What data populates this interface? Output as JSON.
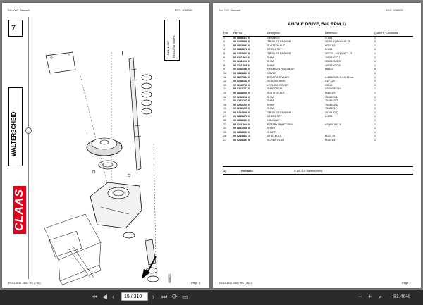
{
  "left_page": {
    "header_no": "No. 007",
    "header_remark": "Remark:",
    "header_code": "BGZ: 0/36500",
    "side_number": "7",
    "side_title": "WALTERSCHEID",
    "code_box_line1": "RA1111097",
    "code_box_line2": "ROLLANT 350/RC",
    "logo": "CLAAS",
    "bottom_code": "488822",
    "footer_left": "ROLLANT 350 / RC (762)",
    "footer_right": "Page 1"
  },
  "right_page": {
    "header_no": "No. 007",
    "header_remark": "Remark:",
    "header_code": "BGZ: 0/36500",
    "title": "ANGLE DRIVE, 540 RPM  1)",
    "columns": {
      "pos": "Pos.",
      "part": "Part No.",
      "description": "Description",
      "dimension": "Dimension",
      "quantity": "Quanti ty",
      "conditions": "Conditions"
    },
    "rows": [
      {
        "pos": "1",
        "part": "00 0858 471 0",
        "desc": "GEARBOX",
        "dim": "I=1,93",
        "qty": "1"
      },
      {
        "pos": "2",
        "part": "00 0235 908 0",
        "desc": "T.ROLLER BEARING",
        "dim": "30208-A(30x80x19,75",
        "qty": "2"
      },
      {
        "pos": "3",
        "part": "00 0823 993 0",
        "desc": "SLOTTED NUT",
        "dim": "M30X1,5",
        "qty": "1"
      },
      {
        "pos": "4",
        "part": "00 0845 272 0",
        "desc": "WHEEL SET",
        "dim": "I=1,93",
        "qty": "1"
      },
      {
        "pos": "5",
        "part": "00 0243 691 0",
        "desc": "T.ROLLER BEARING",
        "dim": "30212A -40X110X13, 75",
        "qty": "1"
      },
      {
        "pos": "6",
        "part": "00 0211 963 0",
        "desc": "SHIM",
        "dim": "100X110X0,1",
        "qty": "1"
      },
      {
        "pos": "7",
        "part": "00 0211 964 0",
        "desc": "SHIM",
        "dim": "100X110X0,3",
        "qty": "1"
      },
      {
        "pos": "8",
        "part": "00 0211 965 0",
        "desc": "SHIM",
        "dim": "100X110X0,5",
        "qty": "1"
      },
      {
        "pos": "9",
        "part": "00 0236 380 0",
        "desc": "HEXAGON HEAD BOLT",
        "dim": "M8X20",
        "qty": "8"
      },
      {
        "pos": "10",
        "part": "00 0838 854 0",
        "desc": "COVER",
        "dim": "",
        "qty": "1"
      },
      {
        "pos": "11",
        "part": "00 0827 581 0",
        "desc": "BREATHER VALVE",
        "dim": "A-M16X1,5 - 0,1-0,15 bar",
        "qty": "1"
      },
      {
        "pos": "12",
        "part": "00 0238 183 0",
        "desc": "SEALING RING",
        "dim": "A16 X20",
        "qty": "2"
      },
      {
        "pos": "13",
        "part": "00 0213 767 0",
        "desc": "LOCKING COVER",
        "dim": "93X10",
        "qty": "1"
      },
      {
        "pos": "14",
        "part": "00 0212 737 0",
        "desc": "SHAFT SEAL",
        "dim": "AS 35X80X10",
        "qty": "1"
      },
      {
        "pos": "15",
        "part": "00 0838 060 0",
        "desc": "SLOTTED NUT",
        "dim": "M40X1,5",
        "qty": "1"
      },
      {
        "pos": "16",
        "part": "00 0232 202 0",
        "desc": "SHIM",
        "dim": "75X85X0,1",
        "qty": "1"
      },
      {
        "pos": "17",
        "part": "00 0232 203 0",
        "desc": "SHIM",
        "dim": "75X85X0,3",
        "qty": "1"
      },
      {
        "pos": "18",
        "part": "00 0232 204 0",
        "desc": "SHIM",
        "dim": "75X85X0,5",
        "qty": "1"
      },
      {
        "pos": "19",
        "part": "00 0232 205 0",
        "desc": "SHIM",
        "dim": "75X85X1",
        "qty": "1"
      },
      {
        "pos": "20",
        "part": "00 0234 839 0",
        "desc": "T.ROLLER BEARING",
        "dim": "30209 J2/Q",
        "qty": "1"
      },
      {
        "pos": "21",
        "part": "00 0845 373 0",
        "desc": "WHEEL SET",
        "dim": "I=1,93",
        "qty": "1"
      },
      {
        "pos": "22",
        "part": "00 0838 851 0",
        "desc": "HOUSING",
        "dim": "",
        "qty": "1"
      },
      {
        "pos": "23",
        "part": "00 0211 934 0",
        "desc": "ROTARY SHAFT SEAL",
        "dim": "AS 60X 85X 8",
        "qty": "1"
      },
      {
        "pos": "24",
        "part": "00 0851 930 0",
        "desc": "SHAFT",
        "dim": "",
        "qty": "1"
      },
      {
        "pos": "25",
        "part": "00 0838 853 0",
        "desc": "SHAFT",
        "dim": "",
        "qty": "1"
      },
      {
        "pos": "26",
        "part": "00 0244 814 1",
        "desc": "STUD BOLT",
        "dim": "M12X 45",
        "qty": "2"
      },
      {
        "pos": "27",
        "part": "00 0244 391 0",
        "desc": "SCREW PLUG",
        "dim": "M16X1,5",
        "qty": "1"
      }
    ],
    "remarks_no": "1)",
    "remarks_label": "Remarks",
    "remarks_text": "P-88 / 10  Walterscheid",
    "footer_left": "ROLLANT 350 / RC (762)",
    "footer_right": "Page 2"
  },
  "toolbar": {
    "page_input": "15 / 310",
    "zoom": "81.46%"
  }
}
